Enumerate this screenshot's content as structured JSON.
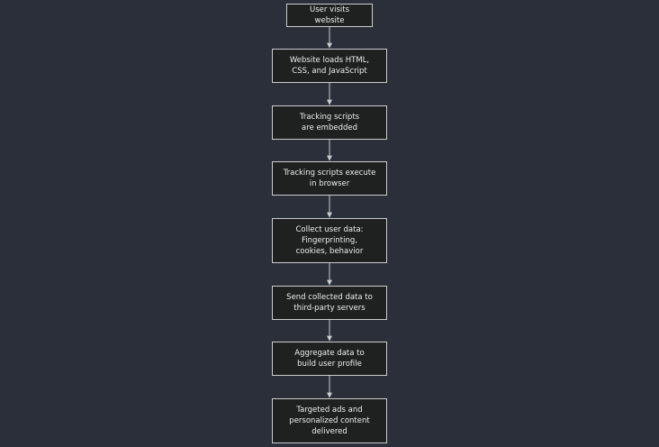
{
  "flowchart": {
    "nodes": [
      {
        "label": "User visits website"
      },
      {
        "label": "Website loads HTML, CSS, and JavaScript"
      },
      {
        "label": "Tracking scripts are embedded"
      },
      {
        "label": "Tracking scripts execute in browser"
      },
      {
        "label": "Collect user data: Fingerprinting, cookies, behavior"
      },
      {
        "label": "Send collected data to third-party servers"
      },
      {
        "label": "Aggregate data to build user profile"
      },
      {
        "label": "Targeted ads and personalized content delivered"
      }
    ],
    "edges": [
      {
        "from": 0,
        "to": 1
      },
      {
        "from": 1,
        "to": 2
      },
      {
        "from": 2,
        "to": 3
      },
      {
        "from": 3,
        "to": 4
      },
      {
        "from": 4,
        "to": 5
      },
      {
        "from": 5,
        "to": 6
      },
      {
        "from": 6,
        "to": 7
      }
    ]
  },
  "colors": {
    "background": "#2a2f3a",
    "node_fill": "#1f2020",
    "node_border": "#cccccc",
    "text": "#eeeeee",
    "edge": "#cccccc"
  }
}
